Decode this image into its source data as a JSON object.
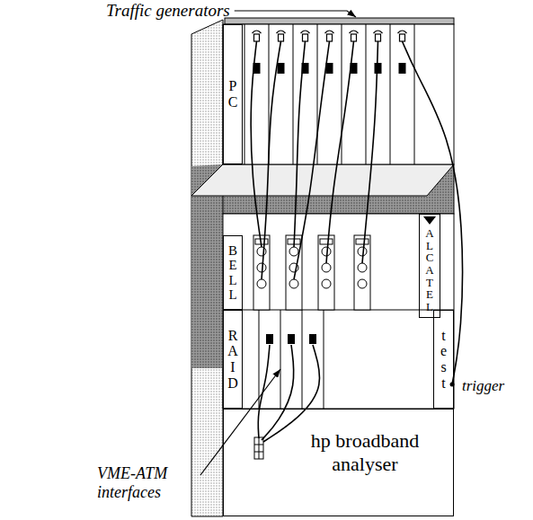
{
  "diagram": {
    "nodes": [
      {
        "text": [
          "PC"
        ]
      },
      {
        "text": [
          "ALCATEL"
        ]
      },
      {
        "text": [
          "BELL"
        ]
      },
      {
        "text": [
          "RAID"
        ]
      },
      {
        "text": [
          "test"
        ]
      },
      {
        "text": [
          "hp broadband analyser"
        ]
      }
    ],
    "labels": [
      "Traffic generators",
      "trigger",
      "VME-ATM interfaces"
    ]
  }
}
